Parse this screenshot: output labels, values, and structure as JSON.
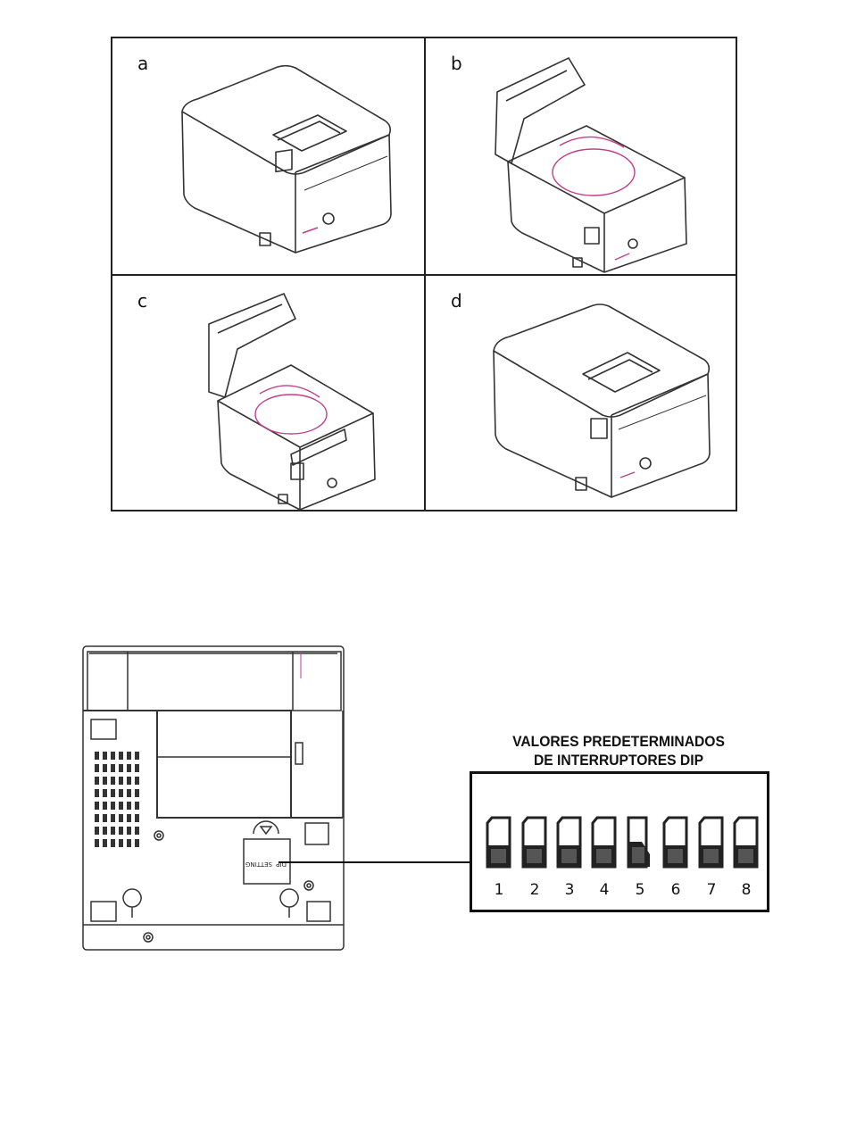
{
  "panels": [
    {
      "label": "a"
    },
    {
      "label": "b"
    },
    {
      "label": "c"
    },
    {
      "label": "d"
    }
  ],
  "printer_bottom": {
    "sticker_line1": "DIP",
    "sticker_line2": "SETTING"
  },
  "dip_callout": {
    "title_line1": "VALORES PREDETERMINADOS",
    "title_line2": "DE INTERRUPTORES DIP",
    "switch_numbers": [
      "1",
      "2",
      "3",
      "4",
      "5",
      "6",
      "7",
      "8"
    ]
  },
  "colors": {
    "line": "#222222",
    "paper_roll": "#c0408a",
    "switch_fill": "#222222"
  }
}
